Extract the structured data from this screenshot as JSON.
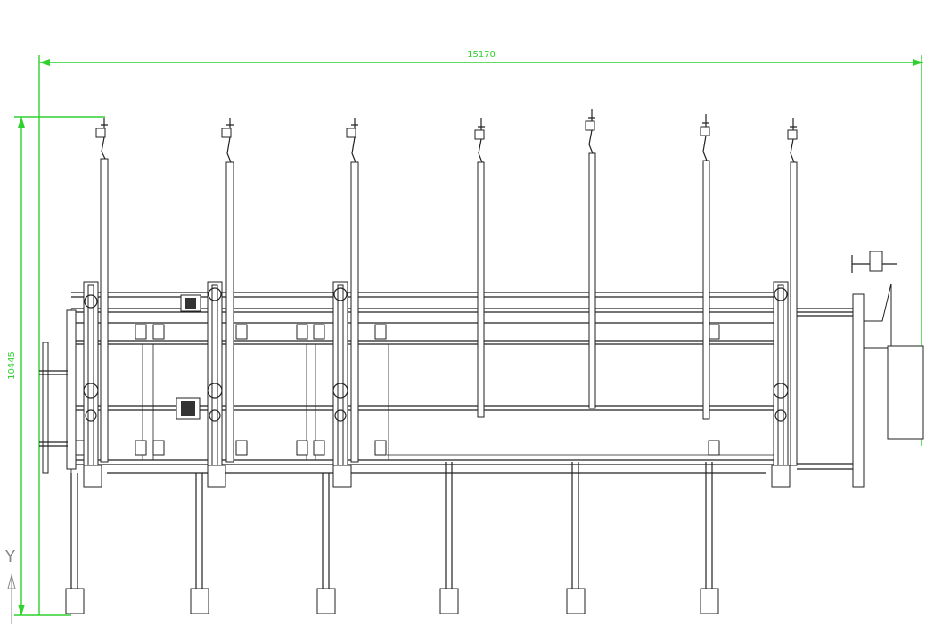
{
  "dimensions": {
    "width_label": "15170",
    "height_label": "10445"
  },
  "axis": {
    "label": "Y"
  },
  "colors": {
    "dimension": "#2fd12f",
    "linework": "#222222",
    "background": "#ffffff"
  }
}
